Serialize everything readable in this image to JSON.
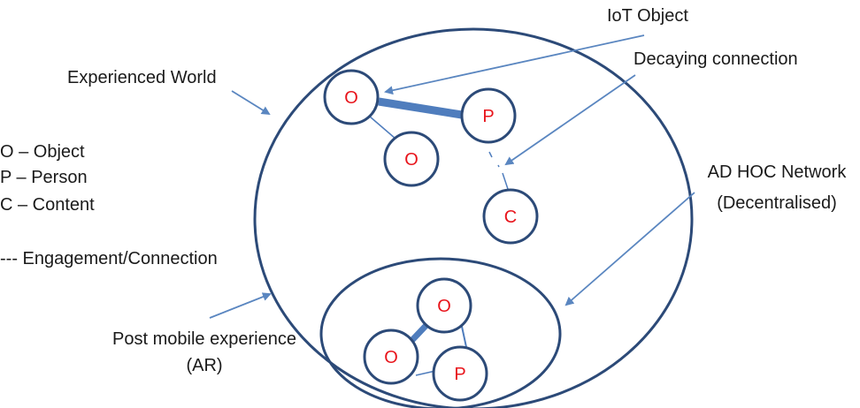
{
  "labels": {
    "iot_object": "IoT Object",
    "decaying_connection": "Decaying connection",
    "experienced_world": "Experienced World",
    "ad_hoc_line1": "AD HOC Network",
    "ad_hoc_line2": "(Decentralised)",
    "post_mobile_line1": "Post mobile experience",
    "post_mobile_line2": "(AR)"
  },
  "legend": {
    "object": "O – Object",
    "person": "P – Person",
    "content": "C – Content",
    "engagement": "--- Engagement/Connection"
  },
  "nodes": {
    "o1": "O",
    "p1": "P",
    "o2": "O",
    "c1": "C",
    "o3": "O",
    "o4": "O",
    "p2": "P"
  },
  "colors": {
    "outline": "#2c4a78",
    "link": "#4f7dbd",
    "arrow": "#5a86c0",
    "node_text": "#e8141b"
  }
}
